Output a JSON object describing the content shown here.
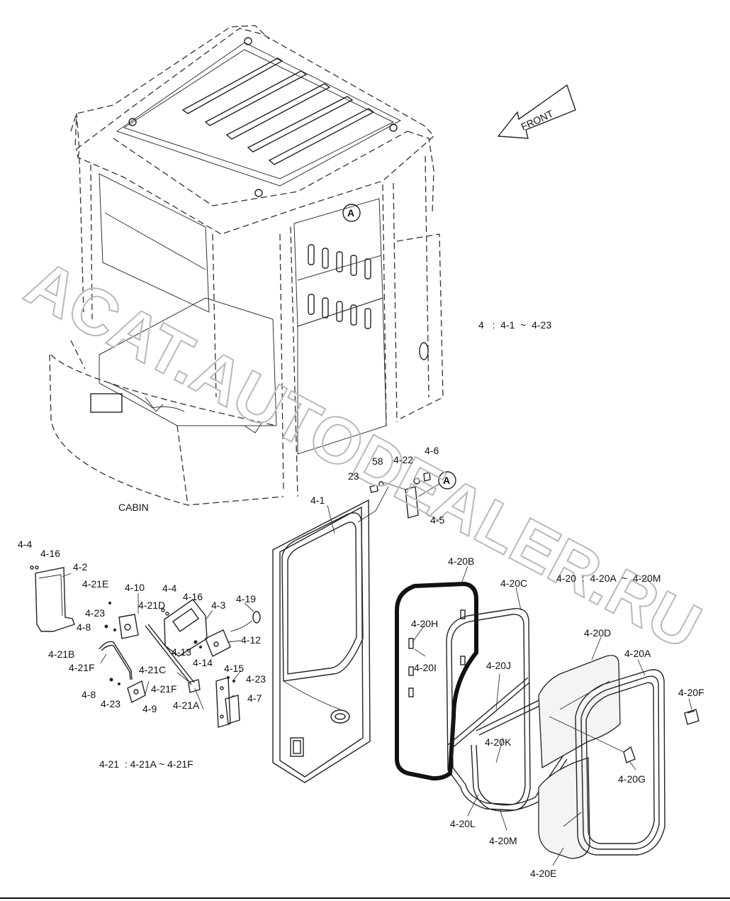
{
  "caption_cabin": "CABIN",
  "front_label": "FRONT",
  "detail_marker": "A",
  "notes": {
    "group4": "4   :  4-1  ~  4-23",
    "group420": "4-20  :  4-20A  ~  4-20M",
    "group421": "4-21  : 4-21A ~ 4-21F"
  },
  "watermark": "ACAT.AUTODEALER.RU",
  "labels": {
    "p23": "23",
    "p58": "58",
    "p4_22": "4-22",
    "p4_6": "4-6",
    "p4_1": "4-1",
    "p4_5": "4-5",
    "p4_4a": "4-4",
    "p4_16a": "4-16",
    "p4_2": "4-2",
    "p4_21E": "4-21E",
    "p4_10": "4-10",
    "p4_4b": "4-4",
    "p4_16b": "4-16",
    "p4_21D": "4-21D",
    "p4_3": "4-3",
    "p4_19": "4-19",
    "p4_23a": "4-23",
    "p4_8a": "4-8",
    "p4_12": "4-12",
    "p4_21B": "4-21B",
    "p4_13": "4-13",
    "p4_14": "4-14",
    "p4_21F_a": "4-21F",
    "p4_21C": "4-21C",
    "p4_15": "4-15",
    "p4_23b": "4-23",
    "p4_8b": "4-8",
    "p4_21F_b": "4-21F",
    "p4_7": "4-7",
    "p4_23c": "4-23",
    "p4_21A": "4-21A",
    "p4_9": "4-9",
    "p4_20B": "4-20B",
    "p4_20C": "4-20C",
    "p4_20H": "4-20H",
    "p4_20I": "4-20I",
    "p4_20J": "4-20J",
    "p4_20D": "4-20D",
    "p4_20A": "4-20A",
    "p4_20F": "4-20F",
    "p4_20K": "4-20K",
    "p4_20G": "4-20G",
    "p4_20L": "4-20L",
    "p4_20M": "4-20M",
    "p4_20E": "4-20E"
  }
}
